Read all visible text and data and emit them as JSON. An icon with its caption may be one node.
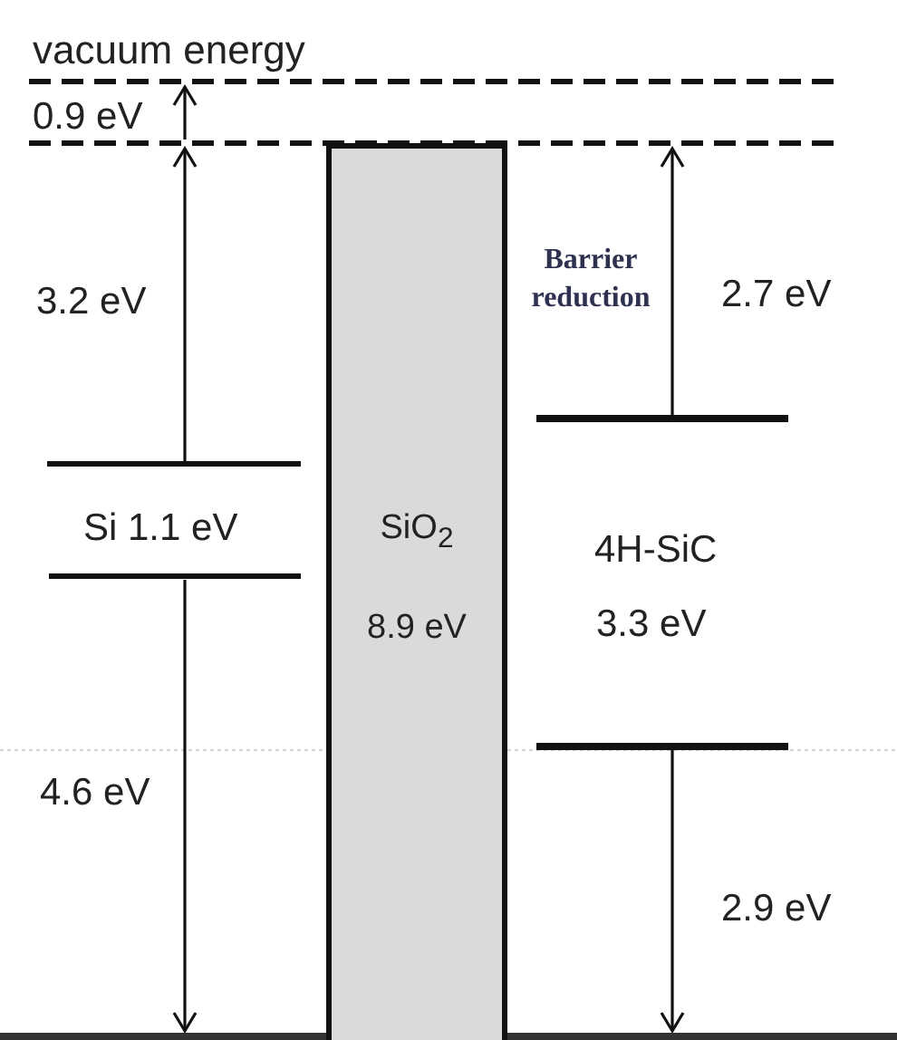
{
  "diagram": {
    "nodes": [
      {
        "text": [
          "SiO$_{2}$",
          "8.9 eV"
        ]
      }
    ],
    "labels": [
      "vacuum energy",
      "0.9 eV",
      "3.2 eV",
      "Barrier reduction",
      "2.7 eV",
      "Si 1.1 eV",
      "4H-SiC",
      "3.3 eV",
      "4.6 eV",
      "2.9 eV"
    ]
  }
}
